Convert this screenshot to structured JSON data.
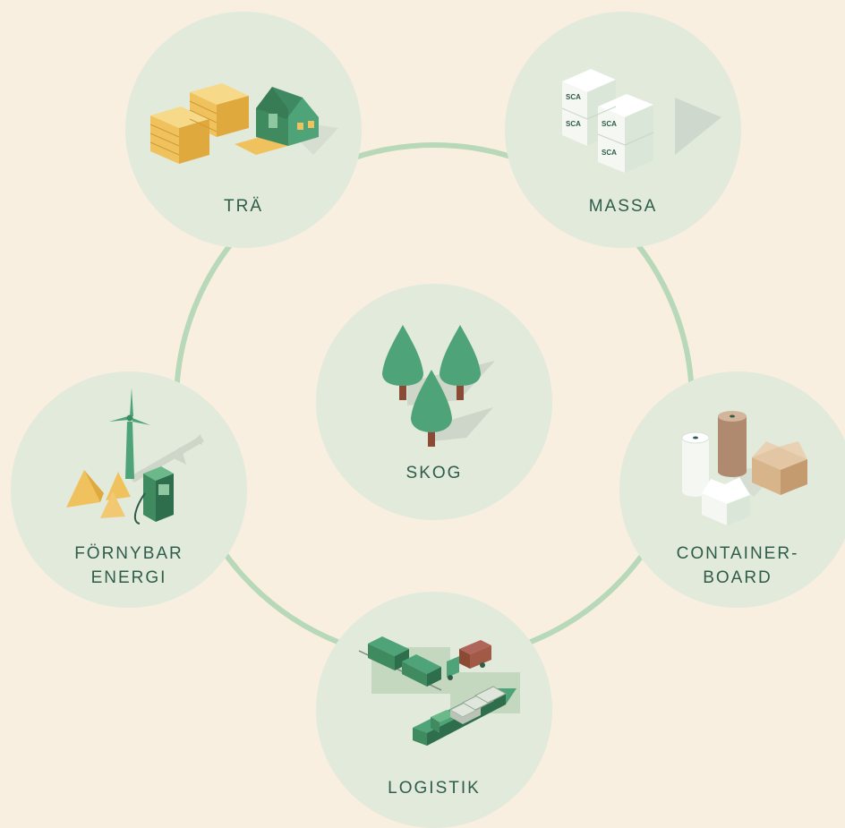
{
  "center": {
    "label": "SKOG"
  },
  "nodes": {
    "tra": {
      "label": "TRÄ"
    },
    "massa": {
      "label": "MASSA",
      "box_text": "SCA"
    },
    "container": {
      "line1": "CONTAINER-",
      "line2": "BOARD"
    },
    "logistik": {
      "label": "LOGISTIK"
    },
    "energi": {
      "line1": "FÖRNYBAR",
      "line2": "ENERGI"
    }
  },
  "colors": {
    "background": "#f9efe0",
    "circle": "#e2eadc",
    "ring": "#b7d8b9",
    "text": "#2f5d4a",
    "tree": "#4ea478",
    "trunk": "#8a4a33",
    "wood": "#f0c25e",
    "house": "#3f8a5f"
  }
}
